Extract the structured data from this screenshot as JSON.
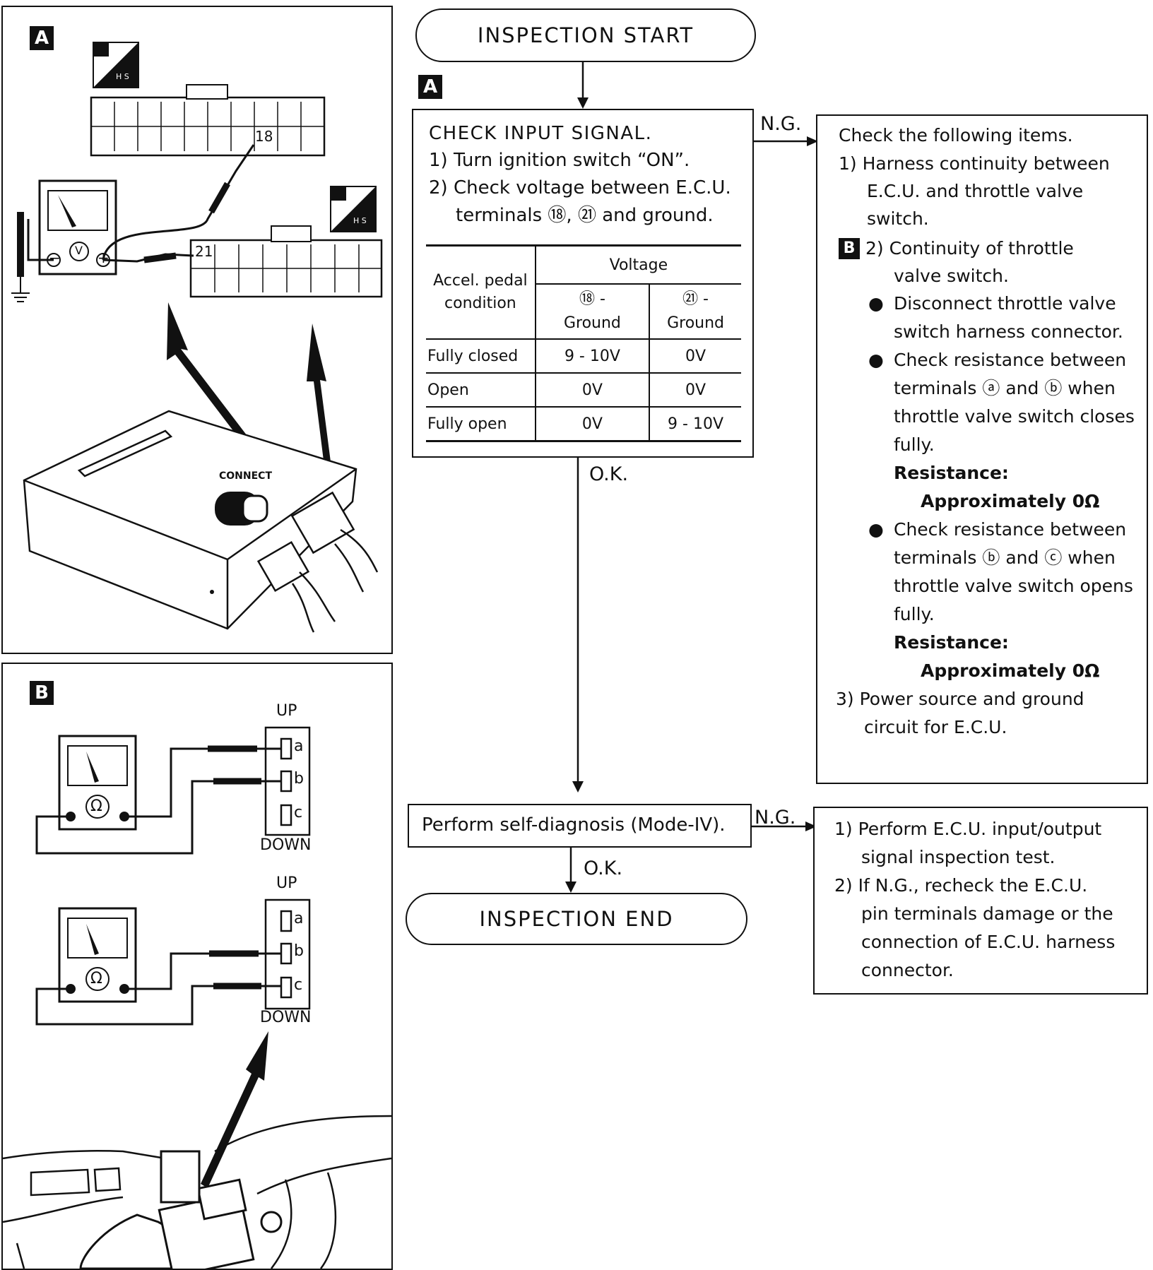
{
  "badges": {
    "a": "A",
    "b": "B"
  },
  "figure_a": {
    "pin_18": "18",
    "pin_21": "21",
    "meter_symbol": "V",
    "minus": "−",
    "plus": "+",
    "connect_label": "CONNECT",
    "hs_label": "H S"
  },
  "figure_b": {
    "up_label": "UP",
    "down_label": "DOWN",
    "terminal_a": "a",
    "terminal_b": "b",
    "terminal_c": "c",
    "meter_symbol": "Ω"
  },
  "flow": {
    "start": "INSPECTION  START",
    "end": "INSPECTION  END",
    "check": {
      "title": "CHECK  INPUT  SIGNAL.",
      "step1": "1)  Turn ignition switch “ON”.",
      "step2a": "2)  Check voltage between E.C.U.",
      "step2b": "terminals ⑱, ㉑ and ground."
    },
    "table": {
      "col_condition": "Accel. pedal condition",
      "col_voltage": "Voltage",
      "col_18": "⑱ - Ground",
      "col_21": "㉑ - Ground",
      "rows": [
        {
          "condition": "Fully closed",
          "v18": "9 - 10V",
          "v21": "0V"
        },
        {
          "condition": "Open",
          "v18": "0V",
          "v21": "0V"
        },
        {
          "condition": "Fully open",
          "v18": "0V",
          "v21": "9 - 10V"
        }
      ]
    },
    "ng_label": "N.G.",
    "ok_label": "O.K.",
    "self_diag": "Perform self-diagnosis (Mode-IV).",
    "check_items": [
      "Check the following items.",
      "1)  Harness continuity between",
      "E.C.U. and throttle valve",
      "switch.",
      "2)  Continuity of throttle",
      "valve switch.",
      "Disconnect throttle valve",
      "switch harness connector.",
      "Check resistance between",
      "terminals ⓐ and ⓑ when",
      "throttle valve switch closes",
      "fully.",
      "Resistance:",
      "Approximately 0Ω",
      "Check resistance between",
      "terminals ⓑ and ⓒ when",
      "throttle valve switch opens",
      "fully.",
      "Resistance:",
      "Approximately 0Ω",
      "3)  Power source and ground",
      "circuit for E.C.U."
    ],
    "ecu_items": [
      "1)  Perform E.C.U. input/output",
      "signal inspection test.",
      "2)  If N.G., recheck the E.C.U.",
      "pin terminals damage or the",
      "connection of E.C.U. harness",
      "connector."
    ]
  }
}
